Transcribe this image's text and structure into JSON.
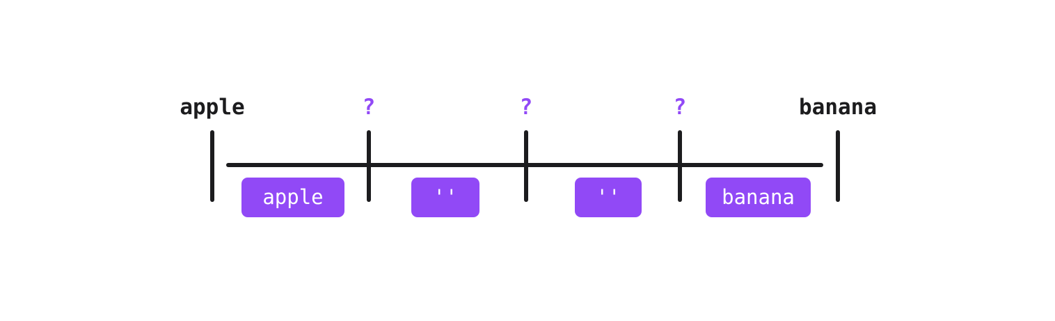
{
  "figure": {
    "background_color": "#ffffff",
    "line_color": "#1c1c1e",
    "accent_color": "#9149f6",
    "box_text_color": "#ffffff",
    "top_labels": [
      {
        "text": "apple",
        "style": "dark"
      },
      {
        "text": "?",
        "style": "accent"
      },
      {
        "text": "?",
        "style": "accent"
      },
      {
        "text": "?",
        "style": "accent"
      },
      {
        "text": "banana",
        "style": "dark"
      }
    ],
    "value_boxes": [
      {
        "text": "apple"
      },
      {
        "text": "''"
      },
      {
        "text": "''"
      },
      {
        "text": "banana"
      }
    ]
  }
}
